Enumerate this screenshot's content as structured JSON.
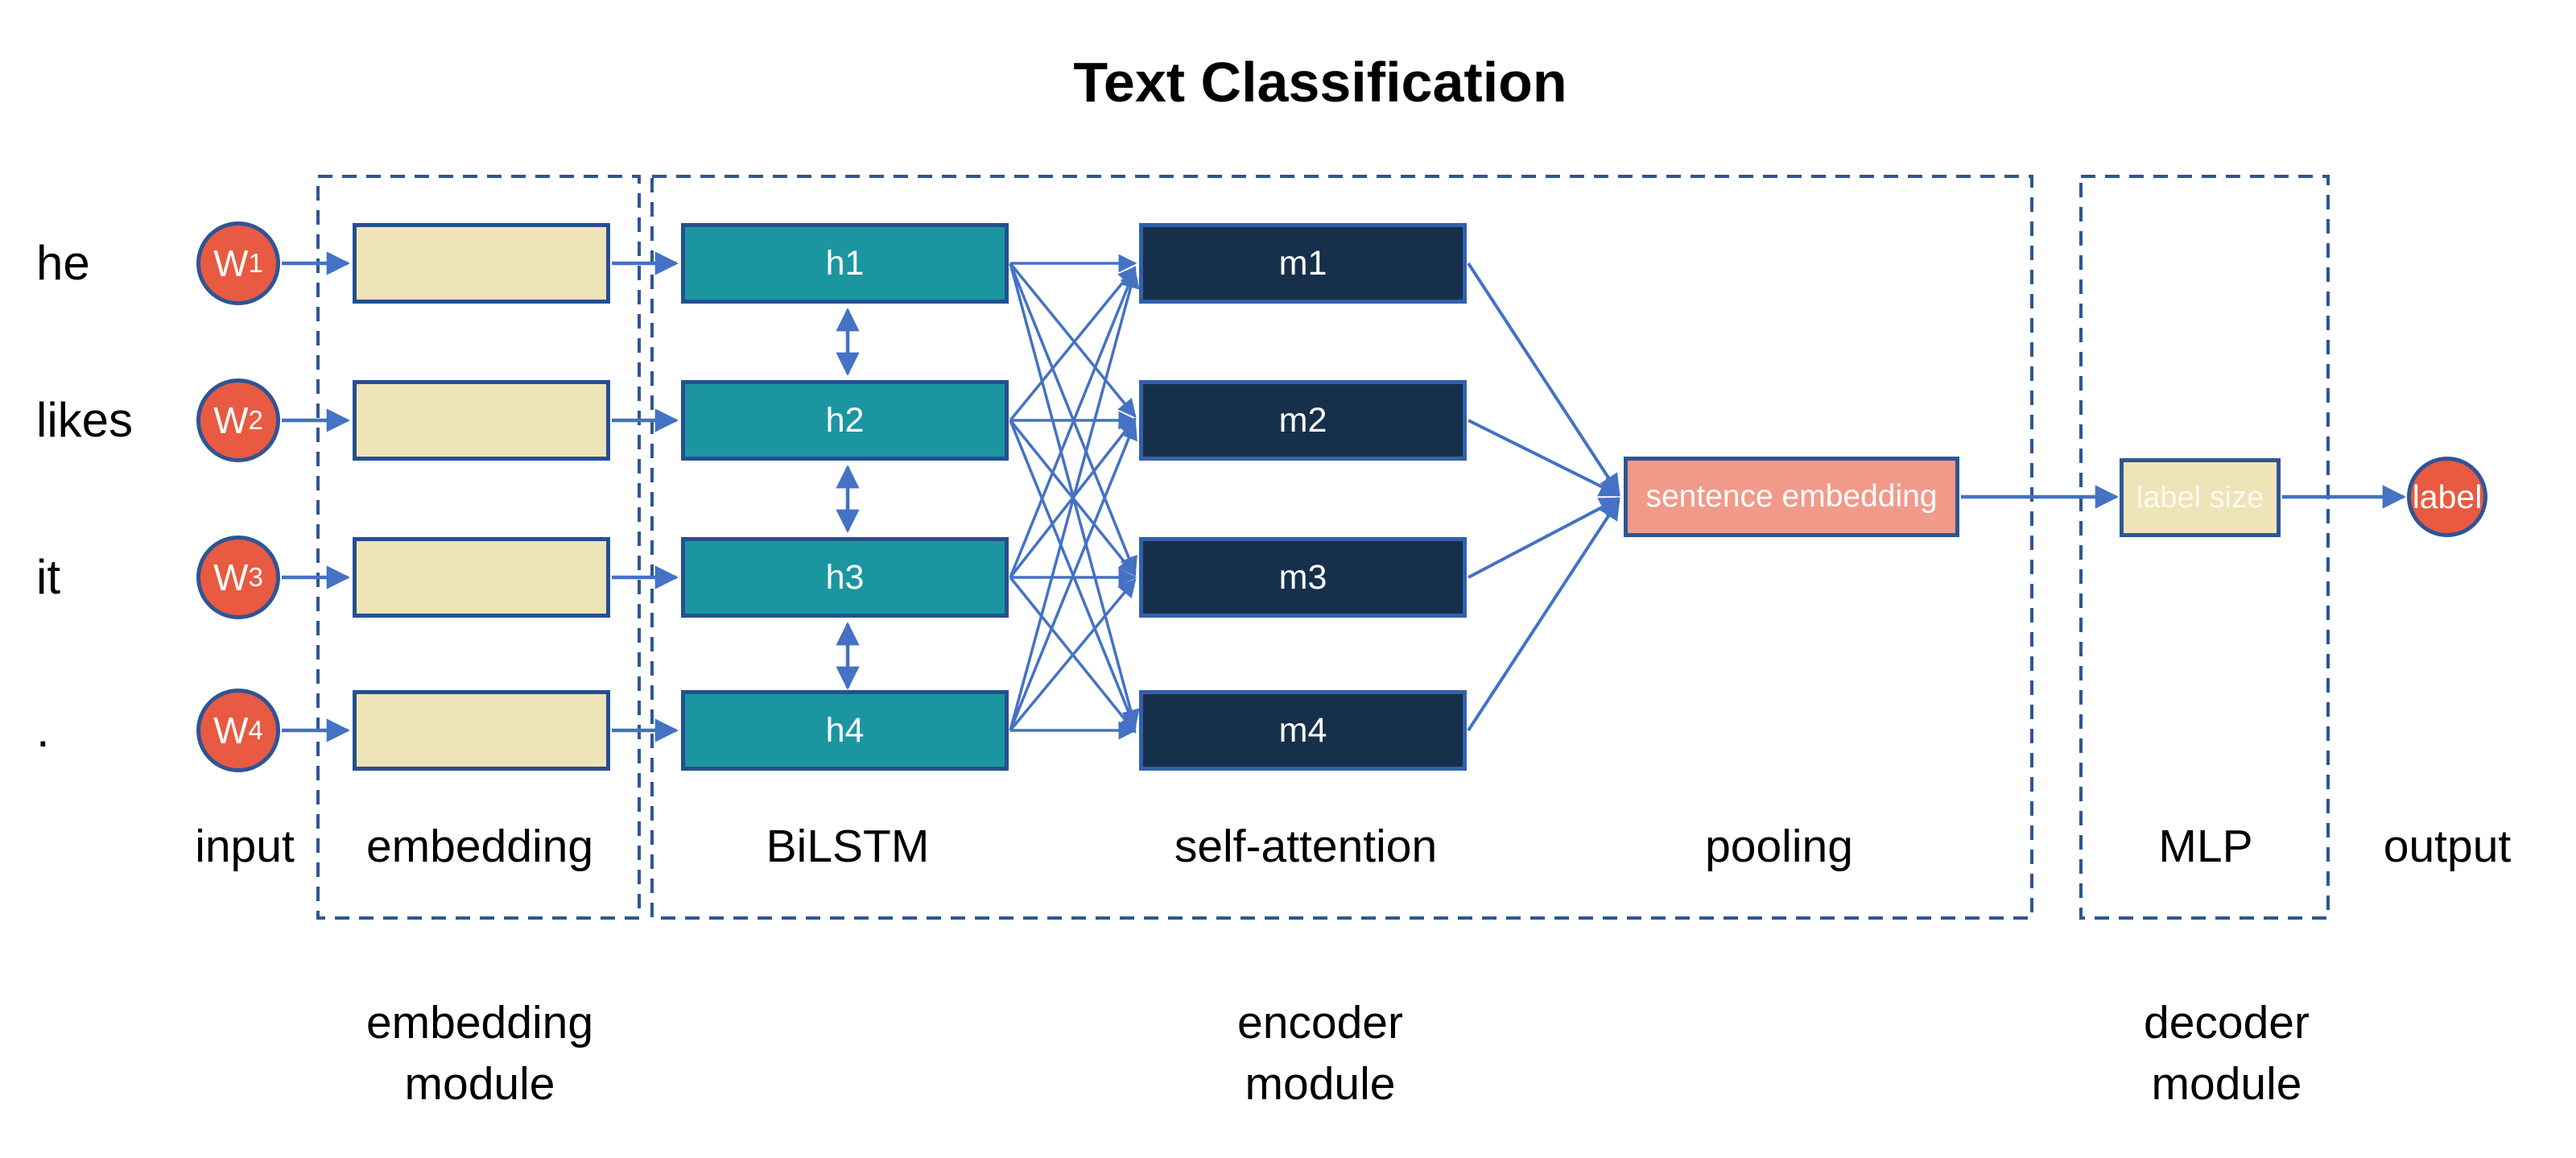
{
  "title": "Text Classification",
  "words": [
    "he",
    "likes",
    "it",
    "."
  ],
  "input_nodes": [
    {
      "base": "W",
      "sub": "1"
    },
    {
      "base": "W",
      "sub": "2"
    },
    {
      "base": "W",
      "sub": "3"
    },
    {
      "base": "W",
      "sub": "4"
    }
  ],
  "bilstm_nodes": [
    "h1",
    "h2",
    "h3",
    "h4"
  ],
  "attention_nodes": [
    "m1",
    "m2",
    "m3",
    "m4"
  ],
  "pooling_box_label": "sentence embedding",
  "mlp_box_label": "label size",
  "output_node_label": "label",
  "stage_labels": [
    "input",
    "embedding",
    "BiLSTM",
    "self-attention",
    "pooling",
    "MLP",
    "output"
  ],
  "modules": [
    {
      "line1": "embedding",
      "line2": "module"
    },
    {
      "line1": "encoder",
      "line2": "module"
    },
    {
      "line1": "decoder",
      "line2": "module"
    }
  ],
  "colors": {
    "arrow": "#4472C4",
    "dashed_border": "#2E5693",
    "embedding_fill": "#EFE4B8",
    "bilstm_fill": "#1B96A0",
    "attention_fill": "#16304C",
    "attention_border": "#3160AC",
    "pooling_fill": "#F19A8A",
    "input_node_fill": "#E85A41",
    "node_border": "#2F5496",
    "box_text": "#FFFFFF",
    "caption_text": "#000000"
  }
}
